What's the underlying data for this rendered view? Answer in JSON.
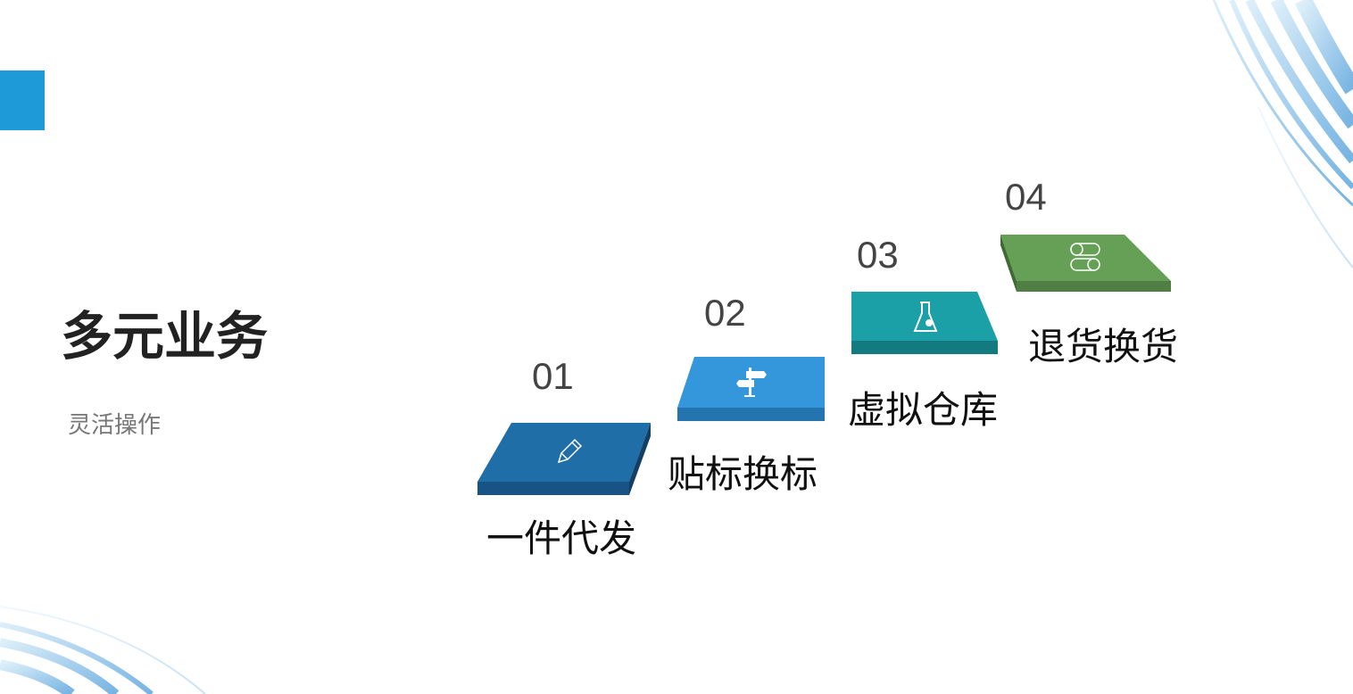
{
  "title": "多元业务",
  "subtitle": "灵活操作",
  "steps": [
    {
      "number": "01",
      "label": "一件代发",
      "icon": "pencil-icon",
      "color": "#1f6ea8"
    },
    {
      "number": "02",
      "label": "贴标换标",
      "icon": "signpost-icon",
      "color": "#3597db"
    },
    {
      "number": "03",
      "label": "虚拟仓库",
      "icon": "flask-icon",
      "color": "#1aa0a6"
    },
    {
      "number": "04",
      "label": "退货换货",
      "icon": "toggle-icon",
      "color": "#66a056"
    }
  ]
}
